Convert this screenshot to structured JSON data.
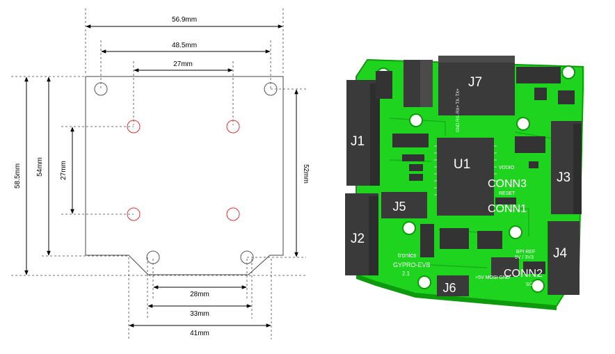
{
  "drawing": {
    "dims": {
      "w_56_9": "56.9mm",
      "w_48_5": "48.5mm",
      "w_27_top": "27mm",
      "h_58_5": "58.5mm",
      "h_54": "54mm",
      "h_27": "27mm",
      "h_52": "52mm",
      "w_28": "28mm",
      "w_33": "33mm",
      "w_41": "41mm"
    },
    "colors": {
      "line": "#000000",
      "hole_outline": "#555555",
      "red_hole": "#e03030"
    }
  },
  "board": {
    "connectors": {
      "j1": "J1",
      "j2": "J2",
      "j3": "J3",
      "j4": "J4",
      "j5": "J5",
      "j6": "J6",
      "j7": "J7",
      "u1": "U1",
      "conn1": "CONN1",
      "conn2": "CONN2",
      "conn3": "CONN3"
    },
    "silkscreen": {
      "brand": "tronics",
      "model": "GYPRO-EVB",
      "version": "2.1",
      "vddio": "VDDIO",
      "reset": "RESET",
      "pin_top": "GND RX- RX+ TX- TX+",
      "header_left": "+5V\nMOSI\nGND",
      "sck": "SCK",
      "bpi": "BPI  REF",
      "volt": "5V / 3V3"
    },
    "colors": {
      "pcb": "#1fd41f",
      "pcb_dark": "#0d9a0d",
      "part": "#3a3a3a",
      "part_top": "#4b4b4b",
      "label": "#ffffff"
    }
  }
}
